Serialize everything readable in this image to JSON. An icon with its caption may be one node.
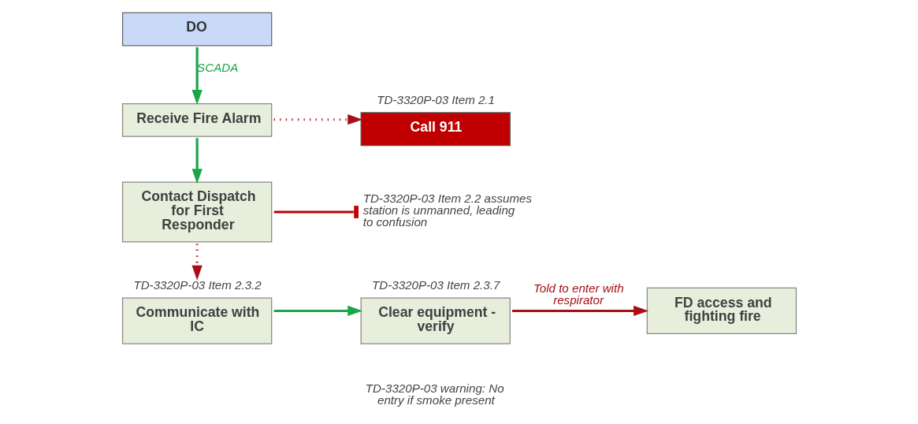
{
  "diagram": {
    "nodes": [
      {
        "text": [
          "DO"
        ]
      },
      {
        "text": [
          "Receive Fire Alarm"
        ]
      },
      {
        "text": [
          "Call 911"
        ],
        "beside": [
          "TD-3320P-03 Item 2.1"
        ]
      },
      {
        "text": [
          "Contact Dispatch for First Responder"
        ]
      },
      {
        "text": [
          "TD-3320P-03 Item 2.2 assumes station is unmanned, leading to confusion"
        ]
      },
      {
        "text": [
          "Communicate with IC"
        ],
        "beside": [
          "TD-3320P-03 Item 2.3.2"
        ]
      },
      {
        "text": [
          "Clear equipment - verify"
        ],
        "beside": [
          "TD-3320P-03 Item 2.3.7"
        ]
      },
      {
        "text": [
          "FD access and fighting fire"
        ]
      }
    ],
    "edges": [
      {
        "from": 0,
        "to": 1,
        "arrow": "to",
        "label": "SCADA",
        "color": "#1aa64a"
      },
      {
        "from": 1,
        "to": 2,
        "arrow": "to",
        "style": "dashed",
        "color": "#a50f15"
      },
      {
        "from": 1,
        "to": 3,
        "arrow": "to",
        "color": "#1aa64a"
      },
      {
        "from": 3,
        "to": 4,
        "arrow": "other",
        "color": "#c00000"
      },
      {
        "from": 3,
        "to": 5,
        "arrow": "to",
        "style": "dashed",
        "color": "#a50f15"
      },
      {
        "from": 5,
        "to": 6,
        "arrow": "to",
        "color": "#1aa64a"
      },
      {
        "from": 6,
        "to": 7,
        "arrow": "to",
        "label": "Told to enter with respirator",
        "color": "#a50f15"
      }
    ],
    "labels": [
      "TD-3320P-03 warning: No entry if smoke present"
    ]
  }
}
